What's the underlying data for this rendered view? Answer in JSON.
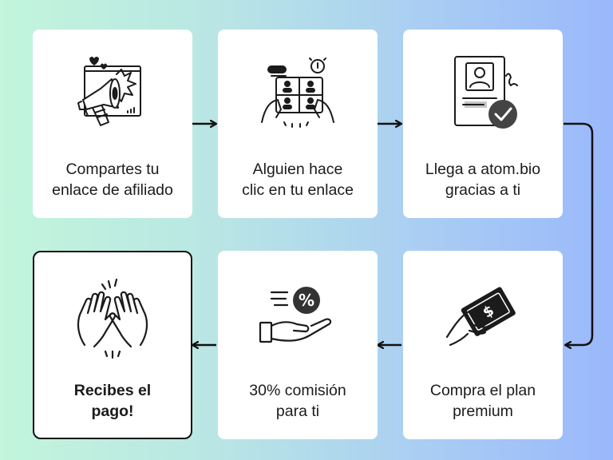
{
  "steps": [
    {
      "label_line1": "Compartes tu",
      "label_line2": "enlace de afiliado",
      "icon": "megaphone-icon"
    },
    {
      "label_line1": "Alguien hace",
      "label_line2": "clic en tu enlace",
      "icon": "tablet-click-icon"
    },
    {
      "label_line1": "Llega a atom.bio",
      "label_line2": "gracias a ti",
      "icon": "profile-check-icon"
    },
    {
      "label_line1": "Compra el plan",
      "label_line2": "premium",
      "icon": "money-hand-icon"
    },
    {
      "label_line1": "30% comisión",
      "label_line2": "para ti",
      "icon": "percent-hand-icon"
    },
    {
      "label_line1": "Recibes el",
      "label_line2": "pago!",
      "icon": "high-five-icon"
    }
  ],
  "colors": {
    "background_left": "#c2f5dc",
    "background_right": "#9ab8fb",
    "card": "#ffffff",
    "ink": "#1b1b1b"
  }
}
